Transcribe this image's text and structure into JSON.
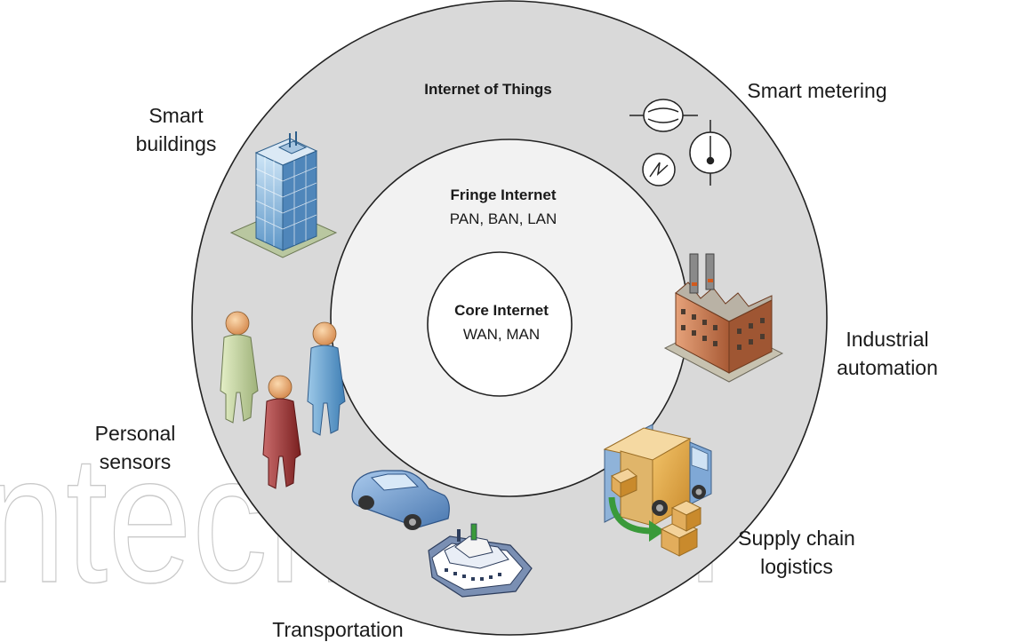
{
  "rings": {
    "outer": {
      "title": "Internet of Things",
      "fill": "#d9d9d9"
    },
    "middle": {
      "title": "Fringe Internet",
      "subtitle": "PAN, BAN, LAN",
      "fill": "#f2f2f2"
    },
    "inner": {
      "title": "Core Internet",
      "subtitle": "WAN, MAN",
      "fill": "#ffffff"
    }
  },
  "applications": {
    "smart_buildings": {
      "line1": "Smart",
      "line2": "buildings",
      "icon": "office-building-icon"
    },
    "smart_metering": {
      "line1": "Smart metering",
      "icon": "meter-gauges-icon"
    },
    "industrial_automation": {
      "line1": "Industrial",
      "line2": "automation",
      "icon": "factory-icon"
    },
    "supply_chain": {
      "line1": "Supply chain",
      "line2": "logistics",
      "icon": "delivery-truck-icon"
    },
    "transportation": {
      "line1": "Transportation",
      "icon": "car-and-ferry-icon"
    },
    "personal_sensors": {
      "line1": "Personal",
      "line2": "sensors",
      "icon": "people-icon"
    }
  },
  "watermark": {
    "text": "IntechOpen"
  }
}
